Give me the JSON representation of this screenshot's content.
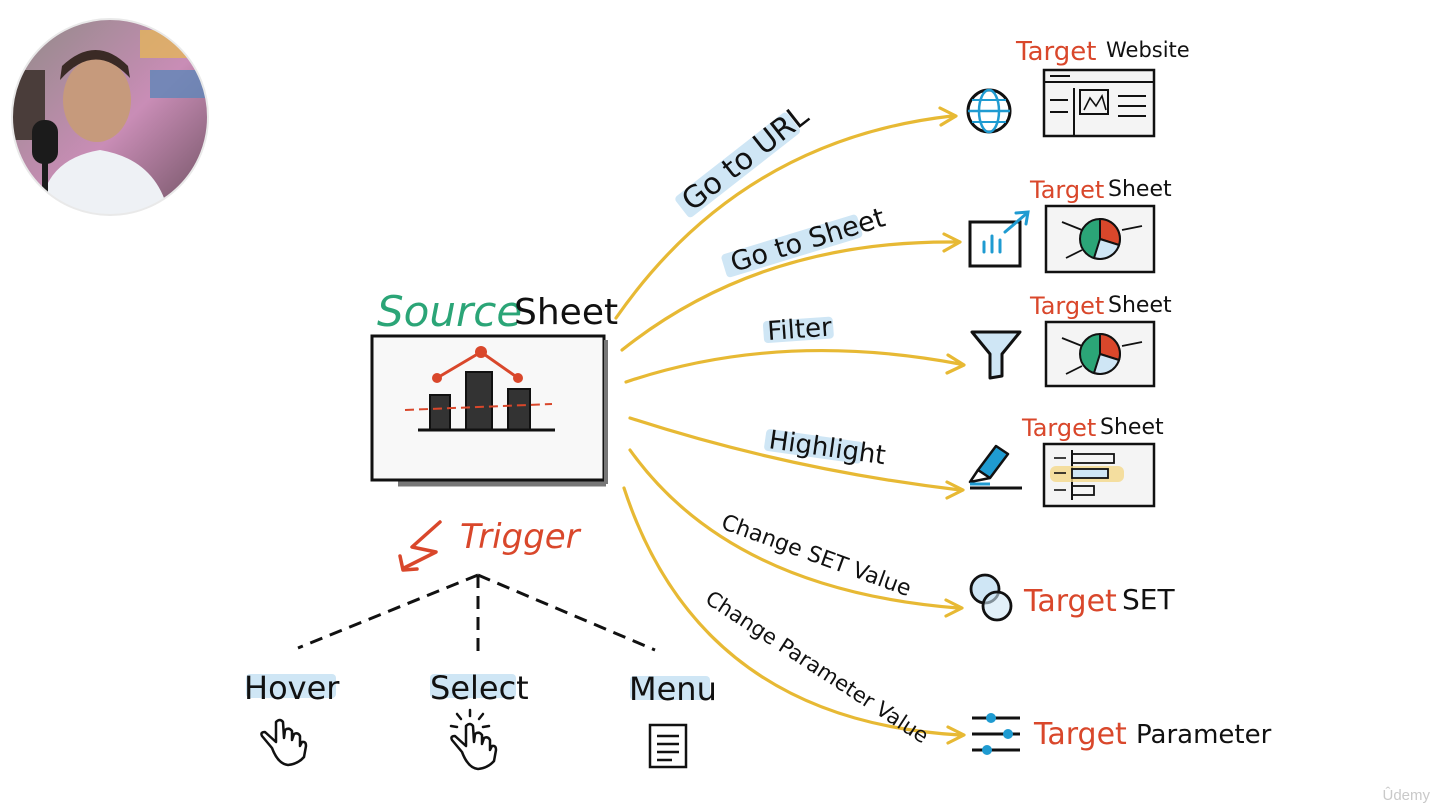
{
  "source": {
    "word1": "Source",
    "word2": "Sheet"
  },
  "trigger": {
    "label": "Trigger",
    "types": [
      {
        "label": "Hover",
        "icon": "hover-hand-icon"
      },
      {
        "label": "Select",
        "icon": "select-hand-icon"
      },
      {
        "label": "Menu",
        "icon": "menu-icon"
      }
    ]
  },
  "actions": [
    {
      "label": "Go to URL",
      "icon": "globe-icon",
      "target_prefix": "Target",
      "target_name": "Website"
    },
    {
      "label": "Go to Sheet",
      "icon": "chart-arrow-icon",
      "target_prefix": "Target",
      "target_name": "Sheet"
    },
    {
      "label": "Filter",
      "icon": "funnel-icon",
      "target_prefix": "Target",
      "target_name": "Sheet"
    },
    {
      "label": "Highlight",
      "icon": "highlighter-icon",
      "target_prefix": "Target",
      "target_name": "Sheet"
    },
    {
      "label": "Change SET Value",
      "icon": "venn-icon",
      "target_prefix": "Target",
      "target_name": "SET"
    },
    {
      "label": "Change Parameter Value",
      "icon": "sliders-icon",
      "target_prefix": "Target",
      "target_name": "Parameter"
    }
  ],
  "watermark": "Ûdemy",
  "colors": {
    "accent_red": "#d9472b",
    "accent_green": "#2ba577",
    "arrow_yellow": "#e7b934",
    "highlight_blue": "#cfe6f5",
    "icon_blue": "#1f9bd1"
  }
}
